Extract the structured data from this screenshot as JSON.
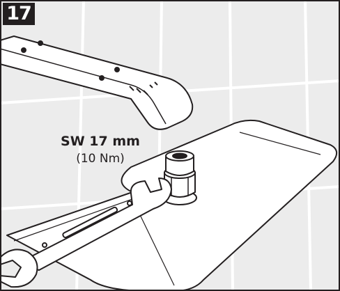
{
  "step_number": "17",
  "wrench_size": "SW 17 mm",
  "torque": "(10 Nm)",
  "colors": {
    "line": "#231f20",
    "tile_grout": "#bdbdbd",
    "tile_fill": "#ececec",
    "surface": "#ffffff"
  }
}
